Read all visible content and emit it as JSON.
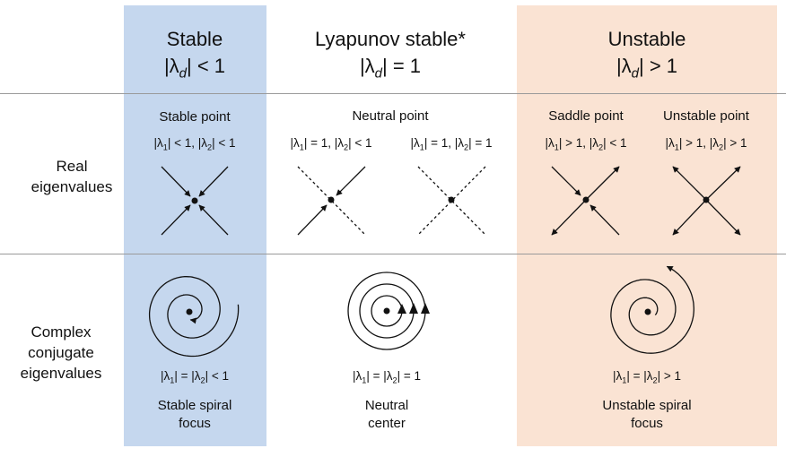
{
  "columns": {
    "stable": {
      "title": "Stable",
      "condition": "|λd| < 1"
    },
    "lyapunov": {
      "title": "Lyapunov stable*",
      "condition": "|λd| = 1"
    },
    "unstable": {
      "title": "Unstable",
      "condition": "|λd| > 1"
    }
  },
  "rows": {
    "real": {
      "label_line1": "Real",
      "label_line2": "eigenvalues"
    },
    "complex": {
      "label_line1": "Complex",
      "label_line2": "conjugate",
      "label_line3": "eigenvalues"
    }
  },
  "real_cells": {
    "stable_point": {
      "title": "Stable point",
      "condition": "|λ1| < 1, |λ2| < 1"
    },
    "neutral_point": {
      "title": "Neutral point",
      "condition_a": "|λ1| = 1, |λ2| < 1",
      "condition_b": "|λ1| = 1, |λ2| = 1"
    },
    "saddle_point": {
      "title": "Saddle point",
      "condition": "|λ1| > 1, |λ2| < 1"
    },
    "unstable_point": {
      "title": "Unstable point",
      "condition": "|λ1| > 1, |λ2| > 1"
    }
  },
  "complex_cells": {
    "stable_spiral": {
      "condition": "|λ1| = |λ2| < 1",
      "name_line1": "Stable spiral",
      "name_line2": "focus"
    },
    "neutral_center": {
      "condition": "|λ1| = |λ2| = 1",
      "name_line1": "Neutral",
      "name_line2": "center"
    },
    "unstable_spiral": {
      "condition": "|λ1| = |λ2| > 1",
      "name_line1": "Unstable spiral",
      "name_line2": "focus"
    }
  },
  "colors": {
    "stable_bg": "#c5d7ee",
    "unstable_bg": "#fae3d3",
    "divider": "#9a9a9a",
    "ink": "#111111"
  }
}
